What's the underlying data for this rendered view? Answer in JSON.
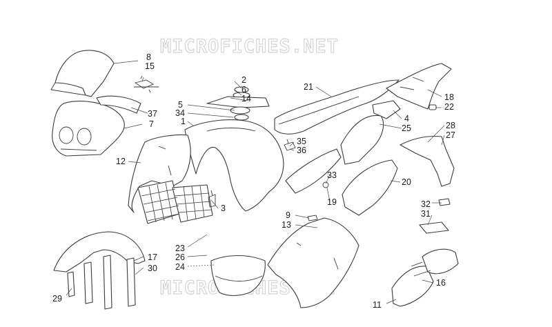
{
  "watermark": {
    "top": "MICROFICHES.NET",
    "bottom": "MICROFICHES.NET"
  },
  "callouts": [
    {
      "id": "c8",
      "text": "8"
    },
    {
      "id": "c15",
      "text": "15"
    },
    {
      "id": "c37",
      "text": "37"
    },
    {
      "id": "c7",
      "text": "7"
    },
    {
      "id": "c12",
      "text": "12"
    },
    {
      "id": "c2",
      "text": "2"
    },
    {
      "id": "c6",
      "text": "6"
    },
    {
      "id": "c14",
      "text": "14"
    },
    {
      "id": "c5",
      "text": "5"
    },
    {
      "id": "c34",
      "text": "34"
    },
    {
      "id": "c1",
      "text": "1"
    },
    {
      "id": "c21",
      "text": "21"
    },
    {
      "id": "c18",
      "text": "18"
    },
    {
      "id": "c22",
      "text": "22"
    },
    {
      "id": "c4",
      "text": "4"
    },
    {
      "id": "c25",
      "text": "25"
    },
    {
      "id": "c28",
      "text": "28"
    },
    {
      "id": "c27",
      "text": "27"
    },
    {
      "id": "c35",
      "text": "35"
    },
    {
      "id": "c36",
      "text": "36"
    },
    {
      "id": "c20",
      "text": "20"
    },
    {
      "id": "c33",
      "text": "33"
    },
    {
      "id": "c19",
      "text": "19"
    },
    {
      "id": "c3",
      "text": "3"
    },
    {
      "id": "c32",
      "text": "32"
    },
    {
      "id": "c31",
      "text": "31"
    },
    {
      "id": "c9",
      "text": "9"
    },
    {
      "id": "c13",
      "text": "13"
    },
    {
      "id": "c23",
      "text": "23"
    },
    {
      "id": "c26",
      "text": "26"
    },
    {
      "id": "c24",
      "text": "24"
    },
    {
      "id": "c17",
      "text": "17"
    },
    {
      "id": "c30",
      "text": "30"
    },
    {
      "id": "c29",
      "text": "29"
    },
    {
      "id": "c16",
      "text": "16"
    },
    {
      "id": "c11",
      "text": "11"
    }
  ]
}
